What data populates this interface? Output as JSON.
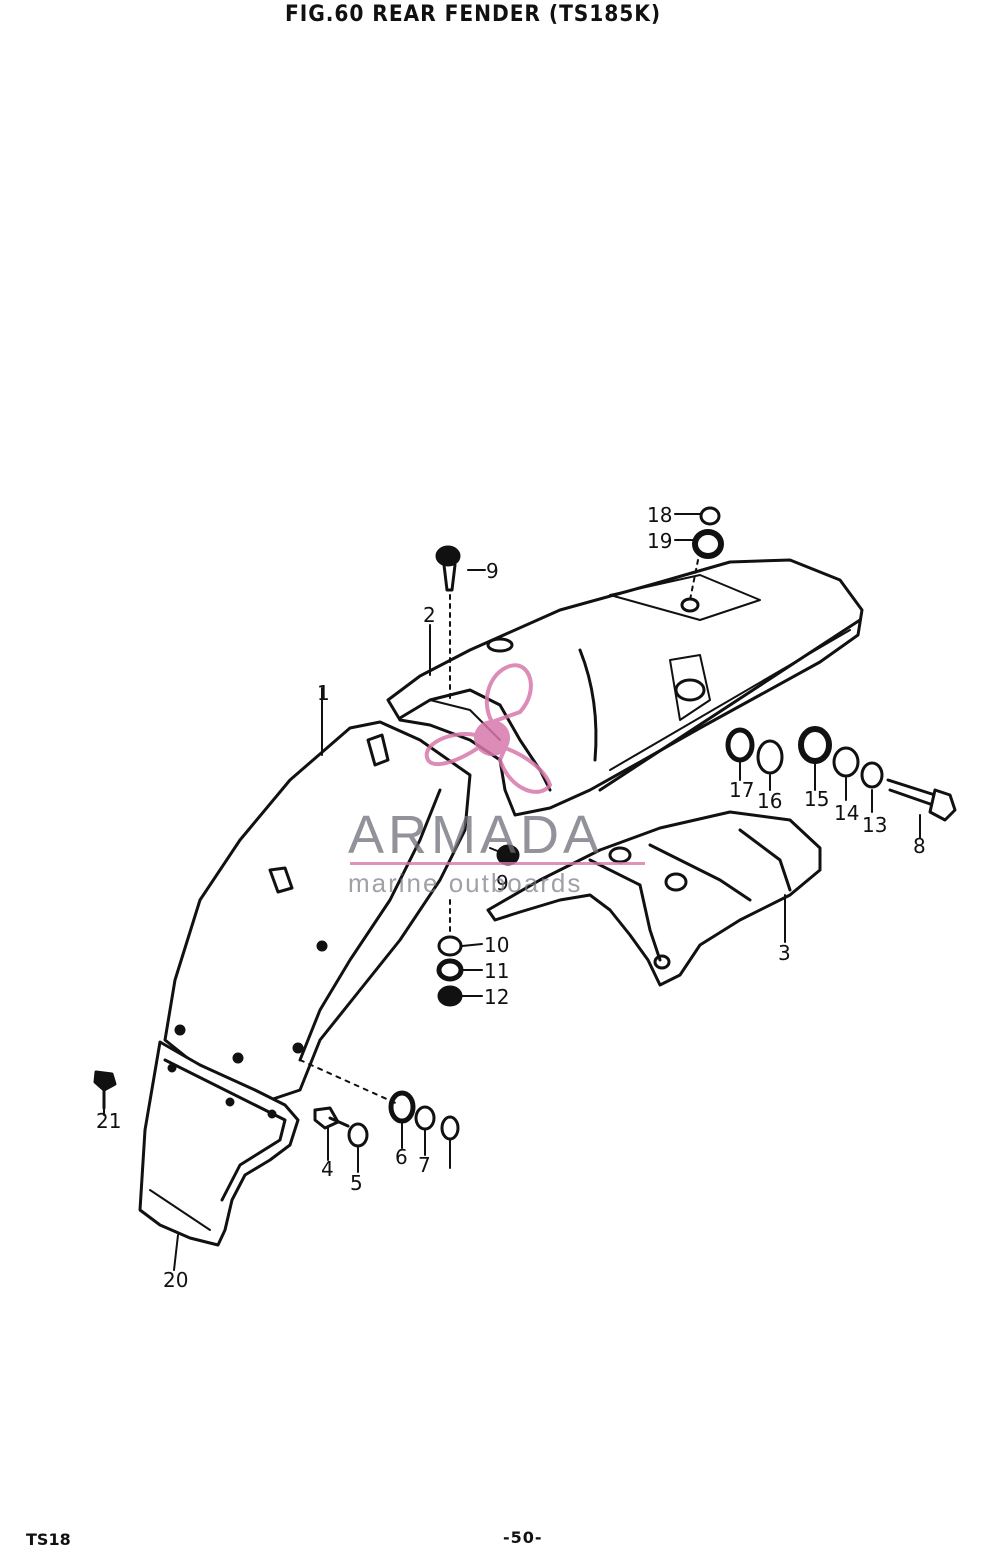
{
  "title": "FIG.60  REAR FENDER (TS185K)",
  "footer": {
    "model": "TS18",
    "page": "-50-"
  },
  "watermark": {
    "brand": "ARMADA",
    "tagline": "marine outboards",
    "accent_color": "#d678aa"
  },
  "callouts": [
    "1",
    "2",
    "3",
    "4",
    "5",
    "6",
    "7",
    "8",
    "9",
    "9",
    "10",
    "11",
    "12",
    "13",
    "14",
    "15",
    "16",
    "17",
    "18",
    "19",
    "20",
    "21"
  ]
}
